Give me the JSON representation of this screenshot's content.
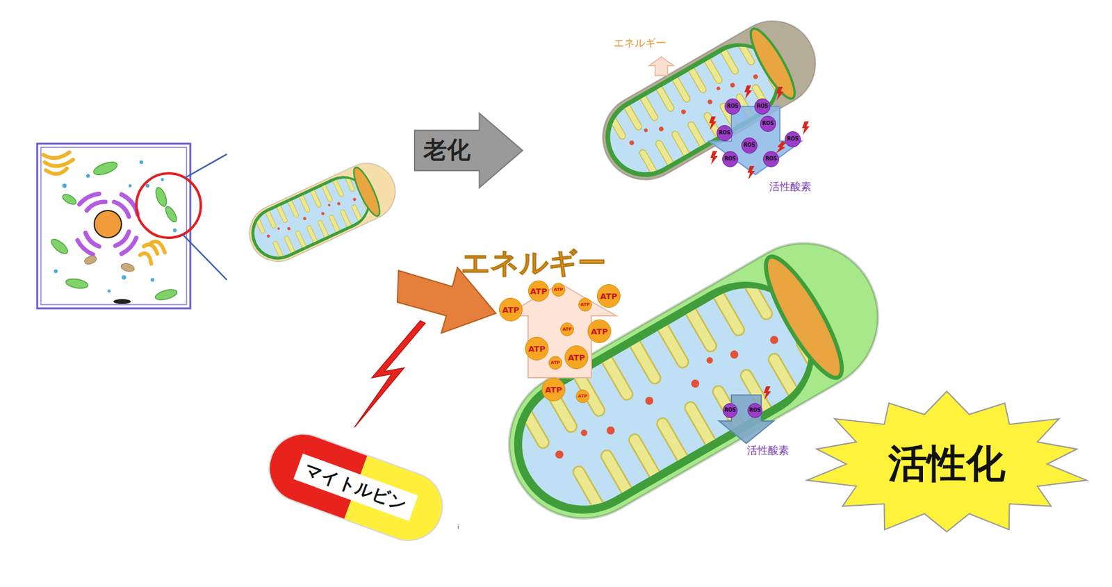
{
  "diagram": {
    "nodes": [
      {
        "text": [
          "老化"
        ]
      },
      {
        "text": [
          "ROS"
        ]
      },
      {
        "text": [
          "ROS"
        ]
      },
      {
        "text": [
          "ROS"
        ]
      },
      {
        "text": [
          "ROS"
        ]
      },
      {
        "text": [
          "ROS"
        ]
      },
      {
        "text": [
          "ROS"
        ]
      },
      {
        "text": [
          "ROS"
        ]
      },
      {
        "text": [
          "ROS"
        ]
      },
      {
        "text": [
          "ATP"
        ]
      },
      {
        "text": [
          "ATP"
        ]
      },
      {
        "text": [
          "ATP"
        ]
      },
      {
        "text": [
          "ATP"
        ]
      },
      {
        "text": [
          "ATP"
        ]
      },
      {
        "text": [
          "ATP"
        ]
      },
      {
        "text": [
          "ATP"
        ]
      },
      {
        "text": [
          "ATP"
        ]
      },
      {
        "text": [
          "ATP"
        ]
      },
      {
        "text": [
          "ATP"
        ]
      },
      {
        "text": [
          "ATP"
        ]
      },
      {
        "text": [
          "ATP"
        ]
      },
      {
        "text": [
          "ROS"
        ]
      },
      {
        "text": [
          "ROS"
        ]
      },
      {
        "text": [
          "マイトルビン"
        ]
      },
      {
        "text": [
          "活性化"
        ]
      }
    ],
    "labels": [
      "エネルギー",
      "活性酸素",
      "エネルギー",
      "活性酸素",
      "i"
    ]
  }
}
